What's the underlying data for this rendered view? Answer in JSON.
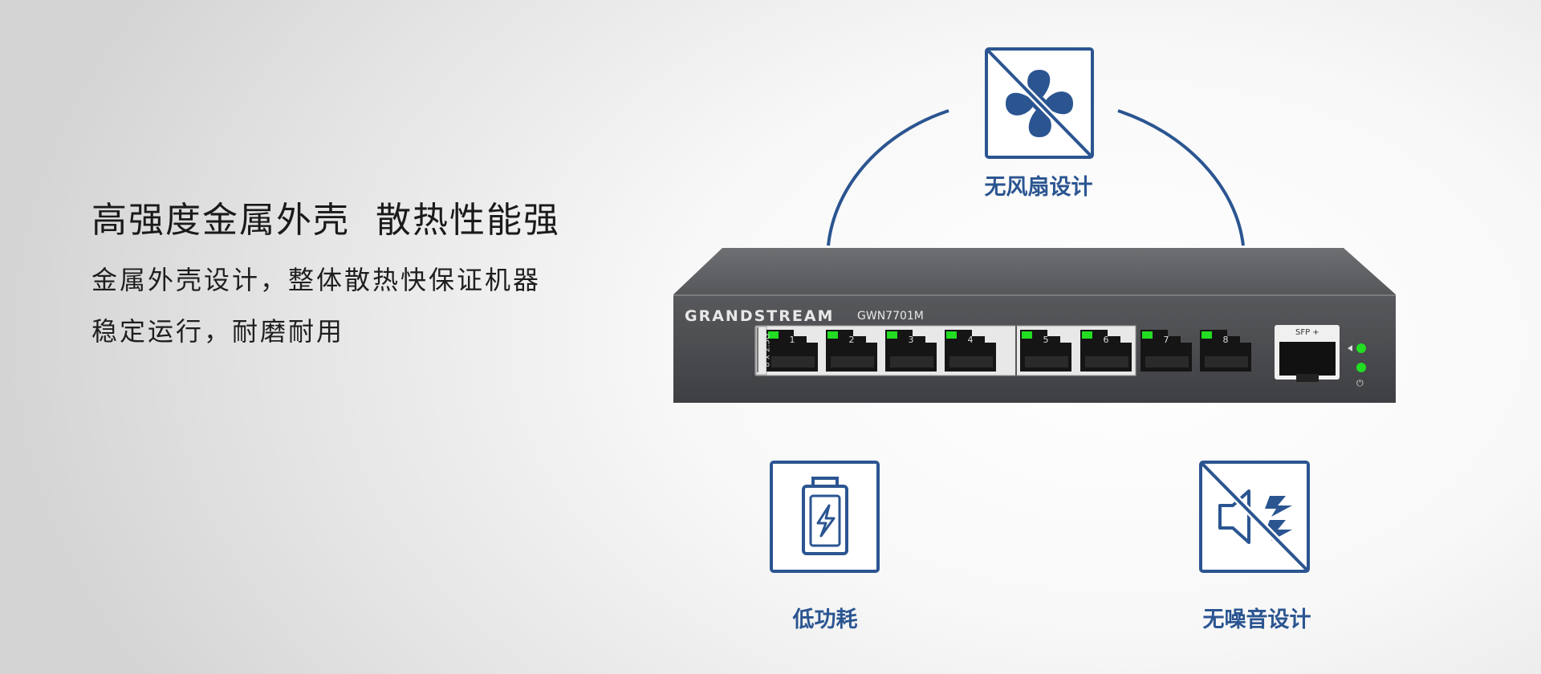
{
  "headline": "高强度金属外壳  散热性能强",
  "description": [
    "金属外壳设计，整体散热快保证机器",
    "稳定运行，耐磨耐用"
  ],
  "features": [
    {
      "label": "无风扇设计",
      "icon": "no-fan-icon"
    },
    {
      "label": "低功耗",
      "icon": "battery-charge-icon"
    },
    {
      "label": "无噪音设计",
      "icon": "no-sound-icon"
    }
  ],
  "device": {
    "brand": "GRANDSTREAM",
    "model": "GWN7701M",
    "port_group_label": "8 x 2.5G",
    "ports": [
      "1",
      "2",
      "3",
      "4",
      "5",
      "6",
      "7",
      "8"
    ],
    "sfp_label": "SFP +",
    "power_symbol": "⏻"
  },
  "colors": {
    "accent": "#2b5591",
    "led": "#22dd22"
  }
}
